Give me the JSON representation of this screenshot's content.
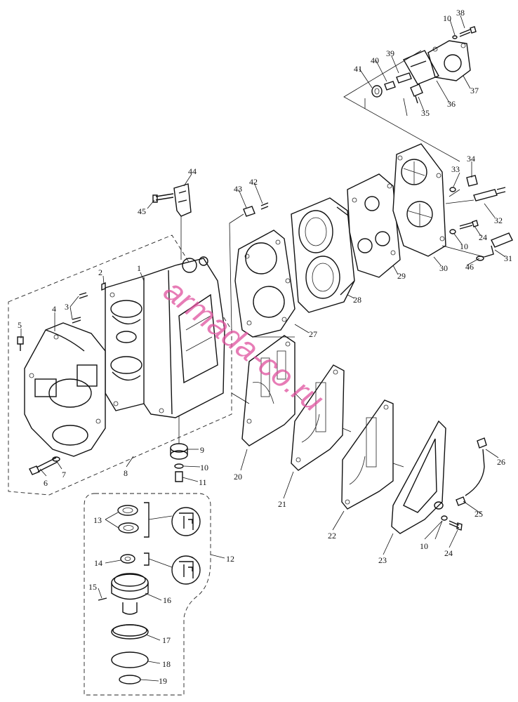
{
  "diagram": {
    "watermark": "armada-co.ru",
    "callouts": [
      {
        "id": "c1",
        "text": "1"
      },
      {
        "id": "c2",
        "text": "2"
      },
      {
        "id": "c3",
        "text": "3"
      },
      {
        "id": "c4",
        "text": "4"
      },
      {
        "id": "c5",
        "text": "5"
      },
      {
        "id": "c6",
        "text": "6"
      },
      {
        "id": "c7",
        "text": "7"
      },
      {
        "id": "c8",
        "text": "8"
      },
      {
        "id": "c9",
        "text": "9"
      },
      {
        "id": "c10a",
        "text": "10"
      },
      {
        "id": "c11a",
        "text": "11"
      },
      {
        "id": "c12",
        "text": "12"
      },
      {
        "id": "c13",
        "text": "13"
      },
      {
        "id": "c14",
        "text": "14"
      },
      {
        "id": "c15",
        "text": "15"
      },
      {
        "id": "c16",
        "text": "16"
      },
      {
        "id": "c17",
        "text": "17"
      },
      {
        "id": "c18",
        "text": "18"
      },
      {
        "id": "c19",
        "text": "19"
      },
      {
        "id": "c20",
        "text": "20"
      },
      {
        "id": "c21",
        "text": "21"
      },
      {
        "id": "c22",
        "text": "22"
      },
      {
        "id": "c23",
        "text": "23"
      },
      {
        "id": "c24a",
        "text": "24"
      },
      {
        "id": "c25",
        "text": "25"
      },
      {
        "id": "c26",
        "text": "26"
      },
      {
        "id": "c27",
        "text": "27"
      },
      {
        "id": "c28",
        "text": "28"
      },
      {
        "id": "c29",
        "text": "29"
      },
      {
        "id": "c30",
        "text": "30"
      },
      {
        "id": "c31",
        "text": "31"
      },
      {
        "id": "c32",
        "text": "32"
      },
      {
        "id": "c33",
        "text": "33"
      },
      {
        "id": "c34",
        "text": "34"
      },
      {
        "id": "c35",
        "text": "35"
      },
      {
        "id": "c36",
        "text": "36"
      },
      {
        "id": "c37",
        "text": "37"
      },
      {
        "id": "c38",
        "text": "38"
      },
      {
        "id": "c39",
        "text": "39"
      },
      {
        "id": "c40",
        "text": "40"
      },
      {
        "id": "c41",
        "text": "41"
      },
      {
        "id": "c42",
        "text": "42"
      },
      {
        "id": "c43",
        "text": "43"
      },
      {
        "id": "c44",
        "text": "44"
      },
      {
        "id": "c45",
        "text": "45"
      },
      {
        "id": "c46",
        "text": "46"
      },
      {
        "id": "c10b",
        "text": "10"
      },
      {
        "id": "c10c",
        "text": "10"
      },
      {
        "id": "c10d",
        "text": "10"
      },
      {
        "id": "c24b",
        "text": "24"
      }
    ]
  },
  "colors": {
    "line": "#111111",
    "watermark": "#e0519e"
  }
}
